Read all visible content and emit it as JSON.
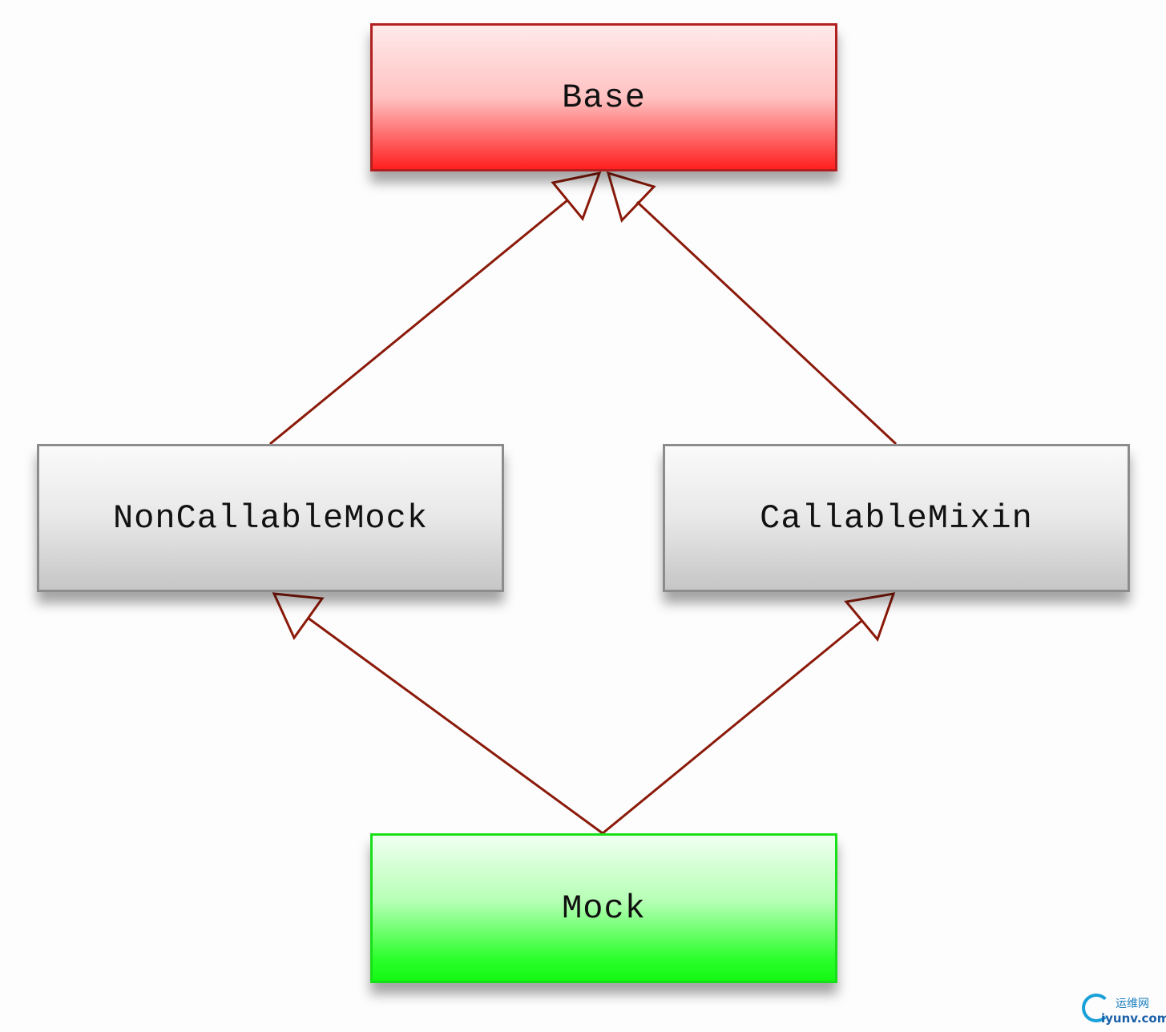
{
  "diagram": {
    "nodes": [
      {
        "id": "base",
        "label": "Base",
        "fill": "#ff3030",
        "border": "#b21f1f"
      },
      {
        "id": "ncm",
        "label": "NonCallableMock",
        "fill": "#d8d8d8",
        "border": "#8c8c8c"
      },
      {
        "id": "cm",
        "label": "CallableMixin",
        "fill": "#d8d8d8",
        "border": "#8c8c8c"
      },
      {
        "id": "mock",
        "label": "Mock",
        "fill": "#20ff20",
        "border": "#18e018"
      }
    ],
    "edges": [
      {
        "from": "ncm",
        "to": "base",
        "kind": "inheritance"
      },
      {
        "from": "cm",
        "to": "base",
        "kind": "inheritance"
      },
      {
        "from": "mock",
        "to": "ncm",
        "kind": "inheritance"
      },
      {
        "from": "mock",
        "to": "cm",
        "kind": "inheritance"
      }
    ],
    "edge_color": "#8b1a0a"
  },
  "watermark": {
    "cn": "运维网",
    "url": "iyunv.com"
  }
}
